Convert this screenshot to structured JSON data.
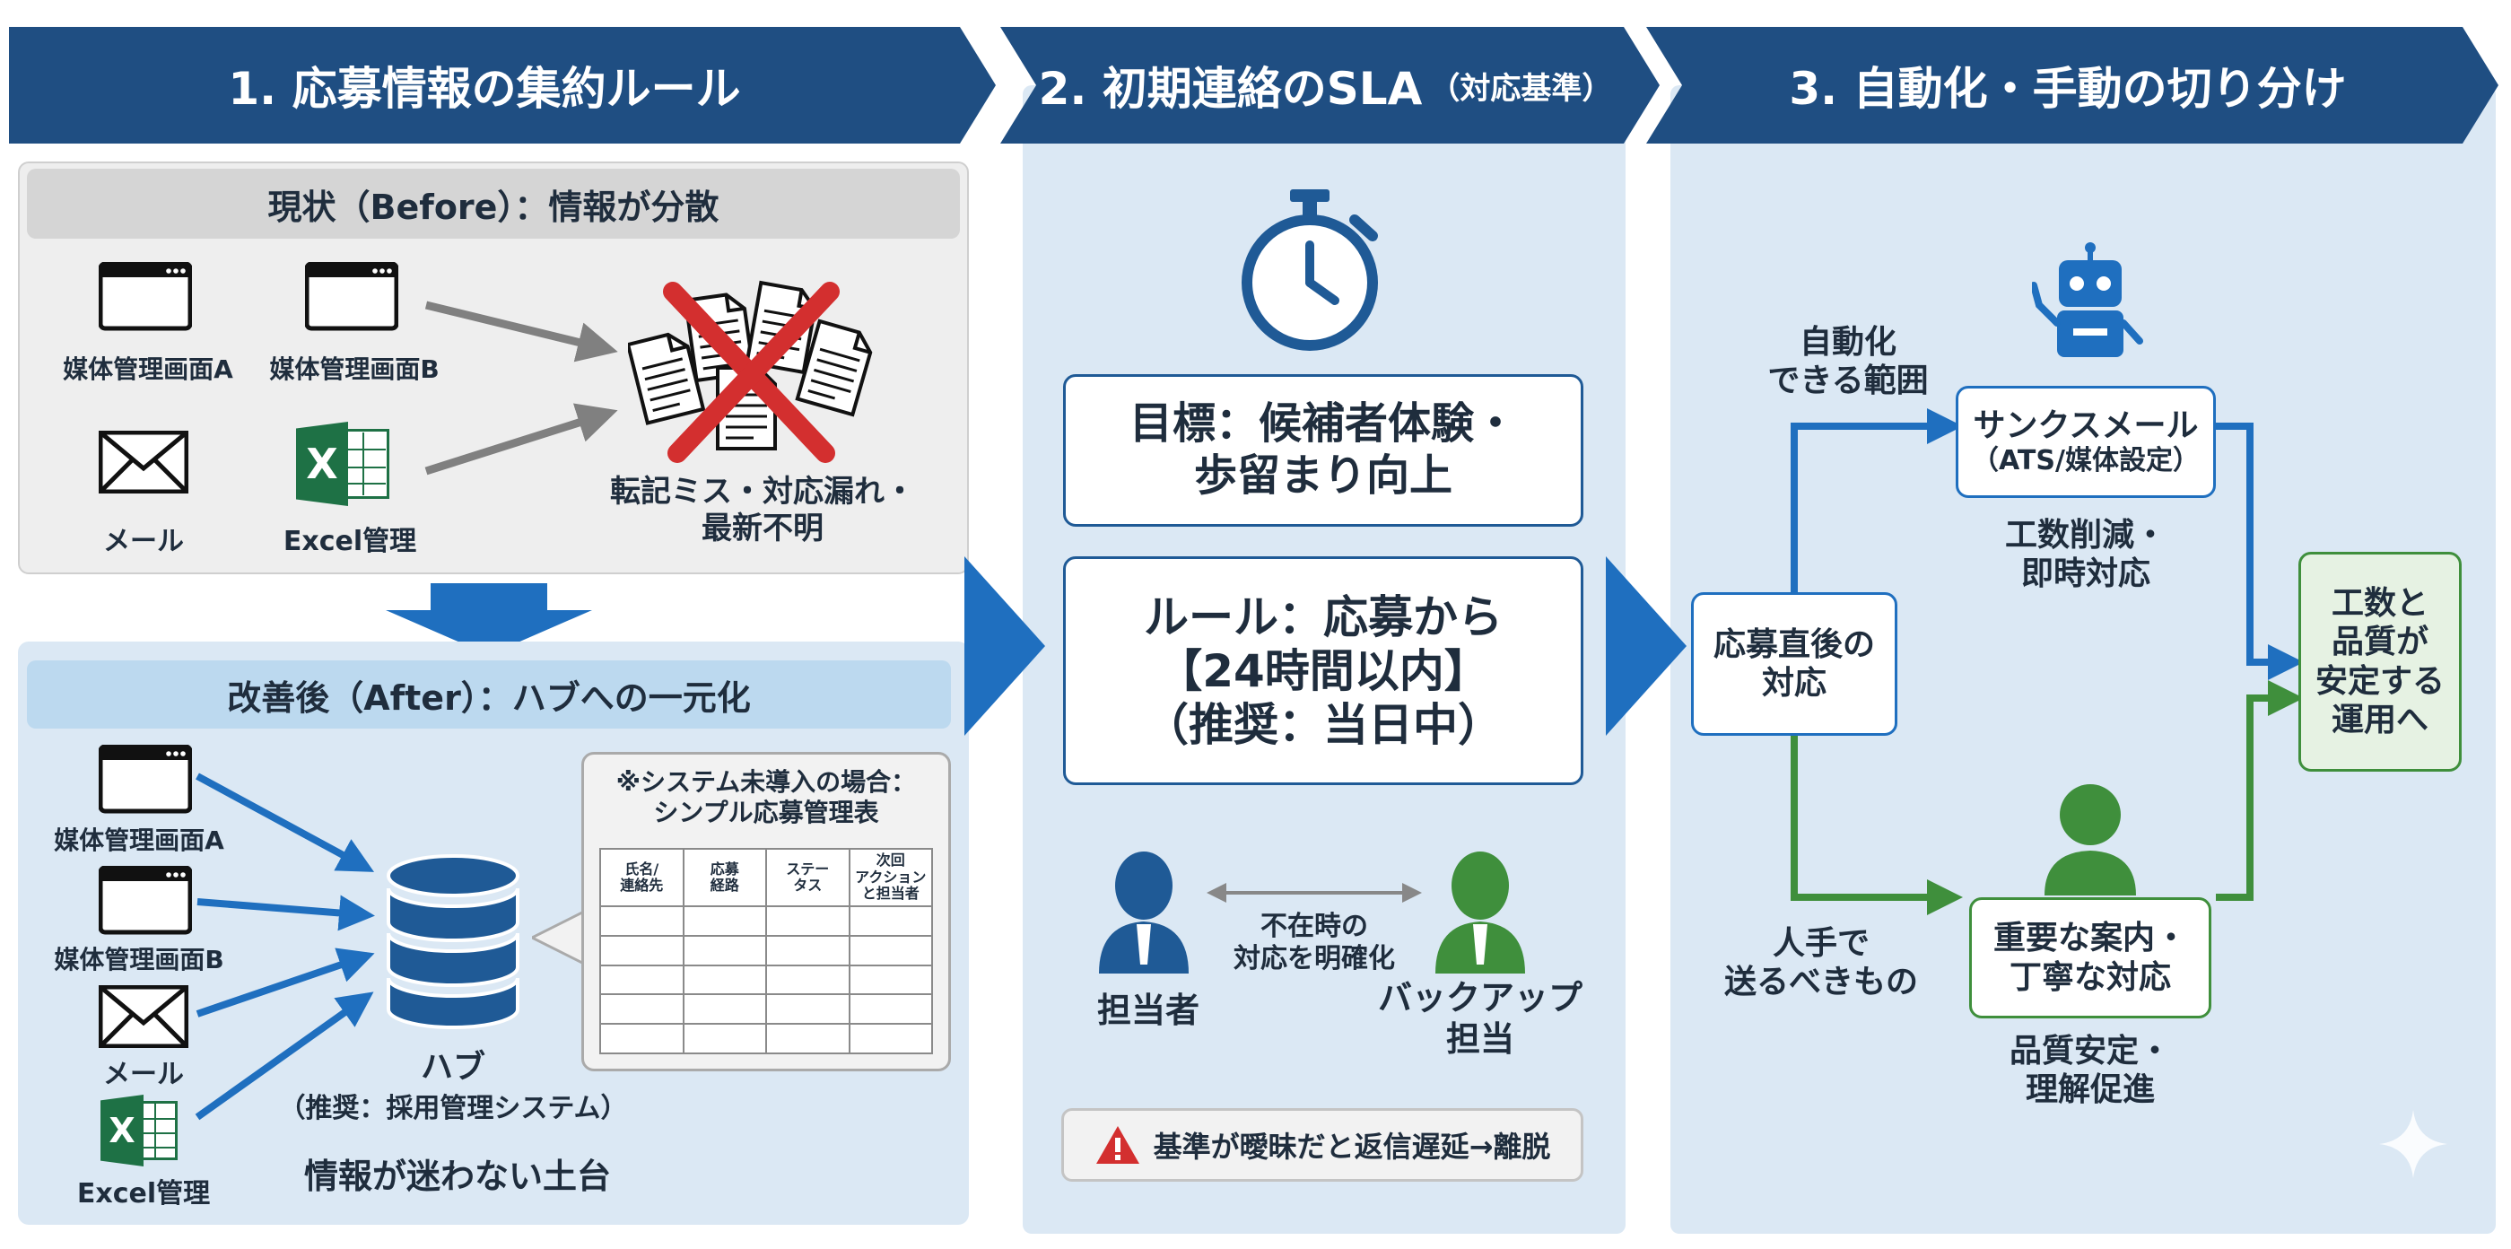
{
  "colors": {
    "header_blue": "#1f4e82",
    "panel_bg": "#dbe8f4",
    "accent_blue": "#1f6fbf",
    "green": "#3f8f3c",
    "red": "#d32f2f"
  },
  "section1": {
    "header": "1. 応募情報の集約ルール",
    "before": {
      "title": "現状（Before）：情報が分散",
      "sources": [
        "媒体管理画面A",
        "媒体管理画面B",
        "メール",
        "Excel管理"
      ],
      "excel_letter": "X",
      "problems": [
        "転記ミス・対応漏れ・",
        "最新不明"
      ]
    },
    "after": {
      "title": "改善後（After）：ハブへの一元化",
      "sources": [
        "媒体管理画面A",
        "媒体管理画面B",
        "メール",
        "Excel管理"
      ],
      "hub_label": "ハブ",
      "hub_sub": "（推奨：採用管理システム）",
      "foundation": "情報が迷わない土台",
      "note": [
        "※システム未導入の場合：",
        "シンプル応募管理表"
      ],
      "table_headers": [
        [
          "氏名/",
          "連絡先"
        ],
        [
          "応募",
          "経路"
        ],
        [
          "ステー",
          "タス"
        ],
        [
          "次回",
          "アクション",
          "と担当者"
        ]
      ]
    }
  },
  "section2": {
    "header_main": "2. 初期連絡のSLA",
    "header_sub": "（対応基準）",
    "goal": [
      "目標：候補者体験・",
      "歩留まり向上"
    ],
    "rule": [
      "ルール：応募から",
      "【24時間以内】",
      "（推奨：当日中）"
    ],
    "person_main": "担当者",
    "person_backup": [
      "バックアップ",
      "担当"
    ],
    "absence": [
      "不在時の",
      "対応を明確化"
    ],
    "warning": "基準が曖昧だと返信遅延→離脱"
  },
  "section3": {
    "header": "3. 自動化・手動の切り分け",
    "start": [
      "応募直後の",
      "対応"
    ],
    "auto_label": [
      "自動化",
      "できる範囲"
    ],
    "auto_box": [
      "サンクスメール",
      "（ATS/媒体設定）"
    ],
    "auto_result": [
      "工数削減・",
      "即時対応"
    ],
    "manual_label": [
      "人手で",
      "送るべきもの"
    ],
    "manual_box": [
      "重要な案内・",
      "丁寧な対応"
    ],
    "manual_result": [
      "品質安定・",
      "理解促進"
    ],
    "goal": [
      "工数と",
      "品質が",
      "安定する",
      "運用へ"
    ]
  }
}
